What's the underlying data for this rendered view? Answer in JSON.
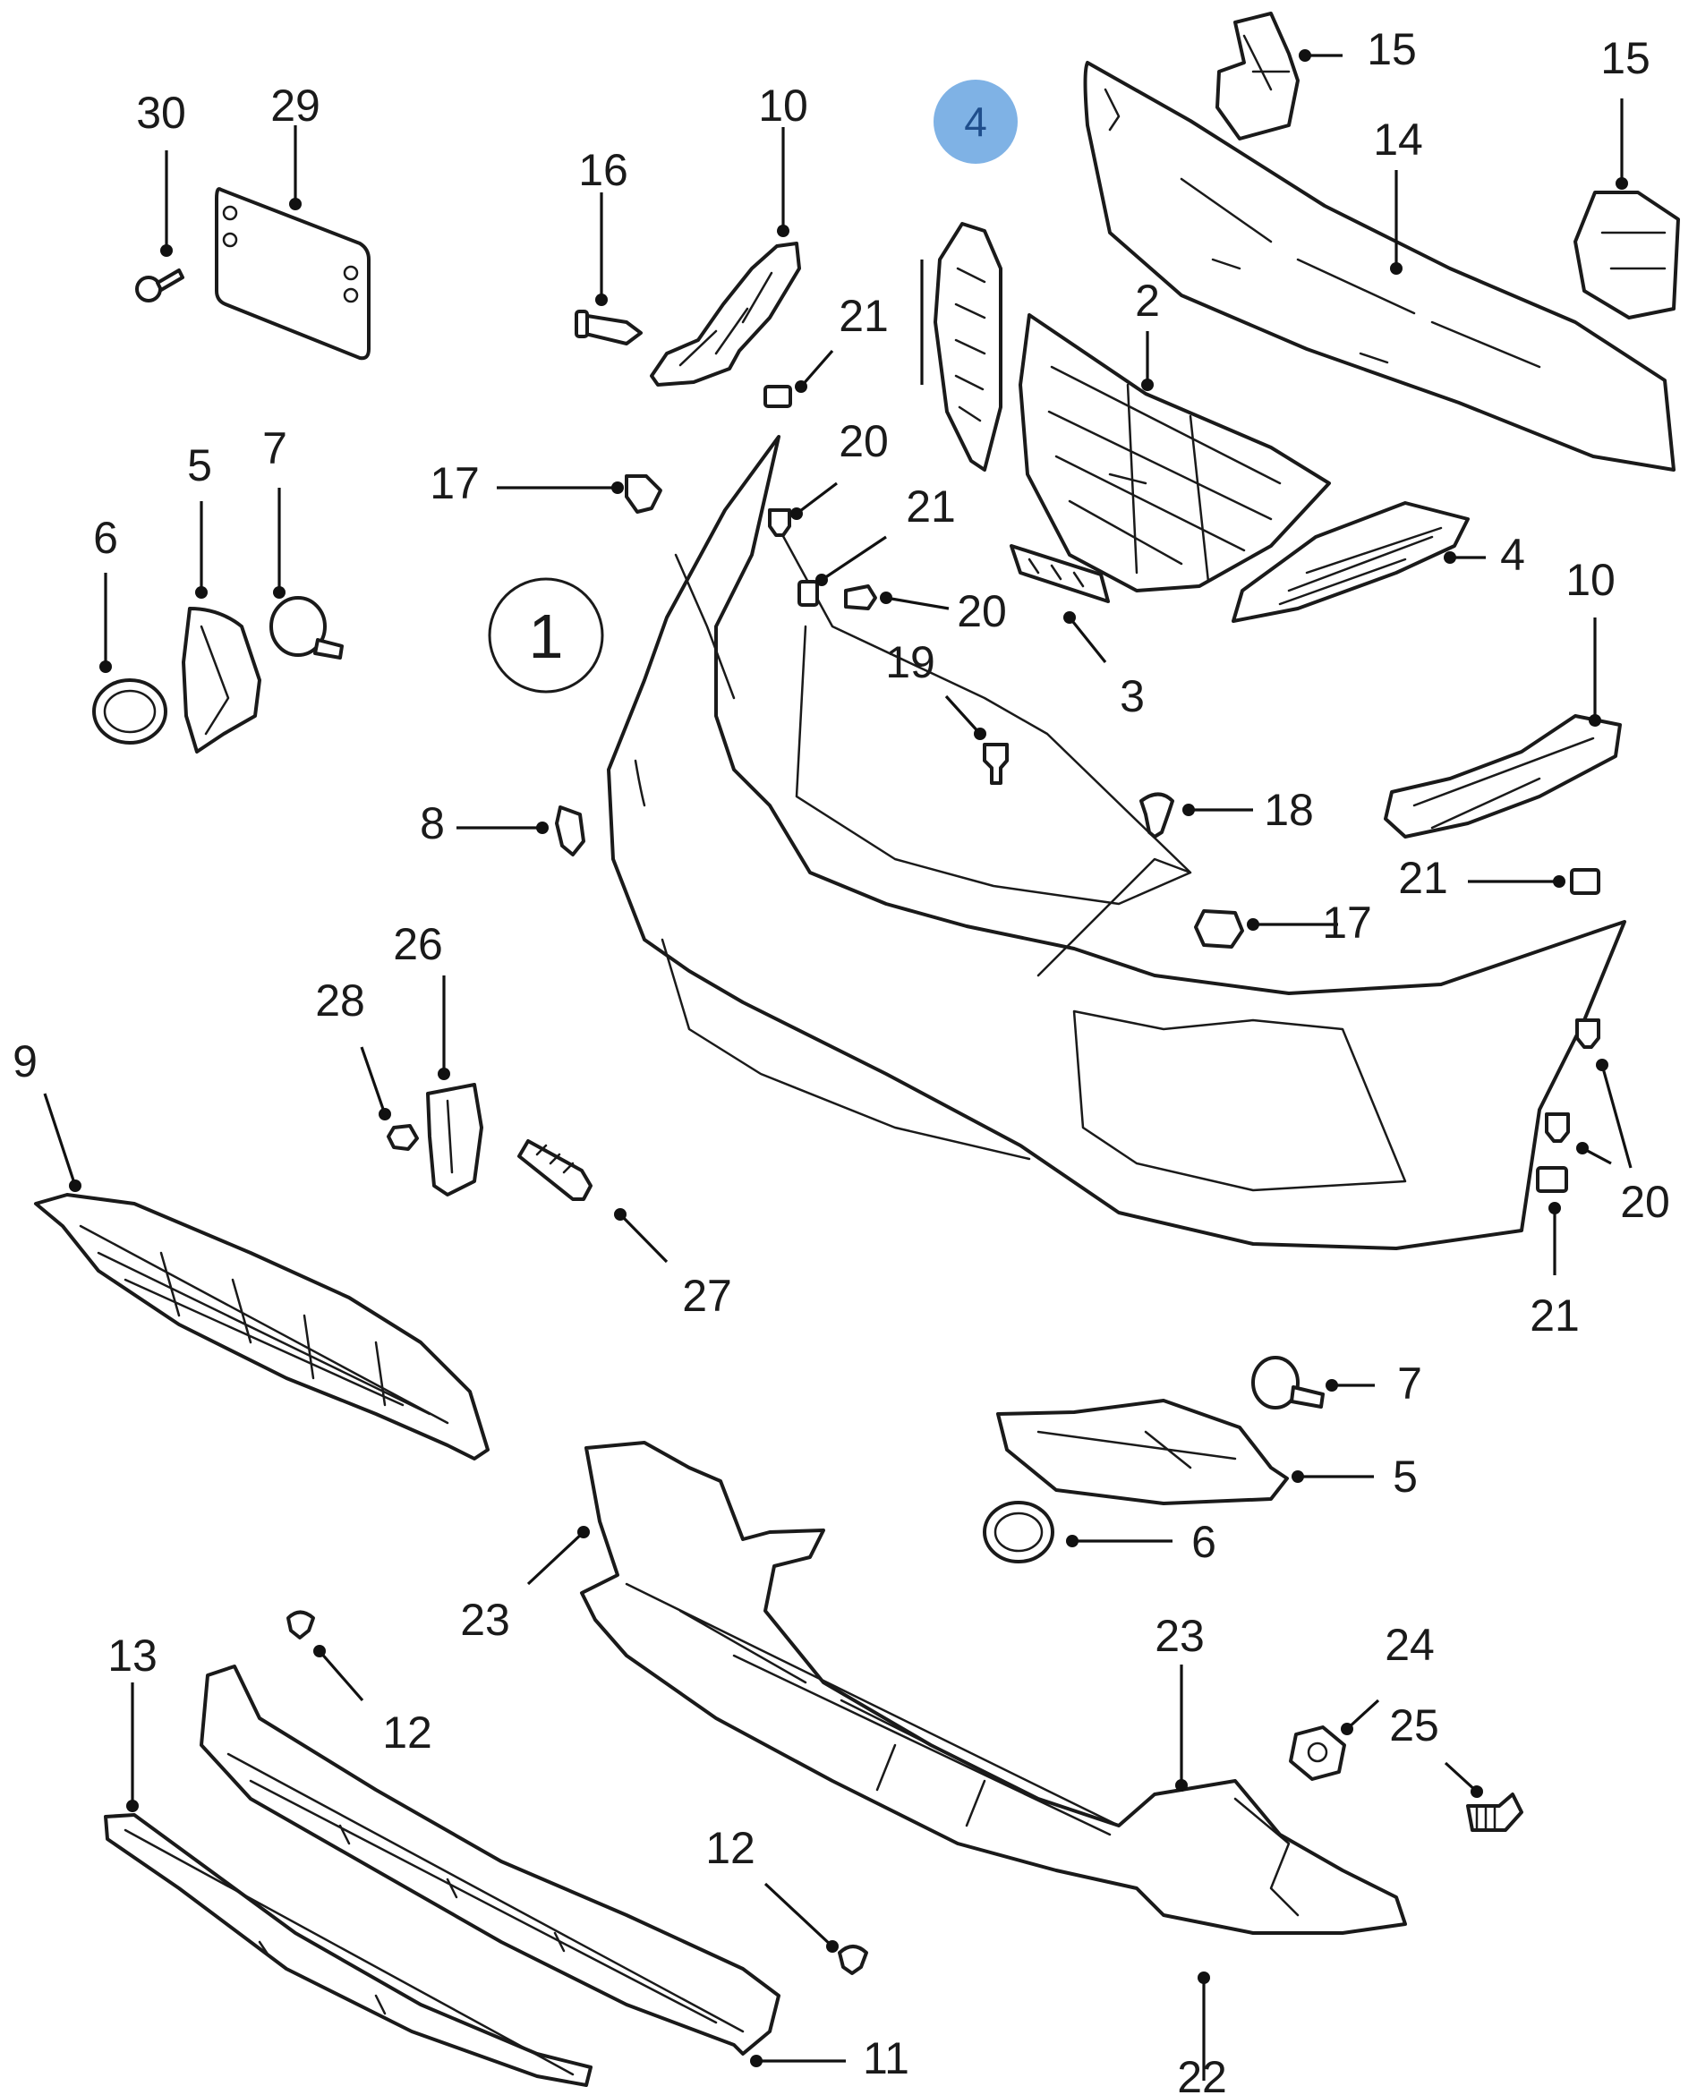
{
  "diagram": {
    "assembly_number": "1",
    "highlight": {
      "label": "4",
      "color": "#7fb2e5",
      "text_color": "#1f4e8c"
    },
    "callout_labels": [
      {
        "id": "c30",
        "text": "30"
      },
      {
        "id": "c29",
        "text": "29"
      },
      {
        "id": "c10a",
        "text": "10"
      },
      {
        "id": "c16",
        "text": "16"
      },
      {
        "id": "c15a",
        "text": "15"
      },
      {
        "id": "c15b",
        "text": "15"
      },
      {
        "id": "c14",
        "text": "14"
      },
      {
        "id": "c2",
        "text": "2"
      },
      {
        "id": "c21a",
        "text": "21"
      },
      {
        "id": "c20a",
        "text": "20"
      },
      {
        "id": "c21b",
        "text": "21"
      },
      {
        "id": "c20b",
        "text": "20"
      },
      {
        "id": "c17a",
        "text": "17"
      },
      {
        "id": "c5a",
        "text": "5"
      },
      {
        "id": "c7a",
        "text": "7"
      },
      {
        "id": "c6a",
        "text": "6"
      },
      {
        "id": "c4b",
        "text": "4"
      },
      {
        "id": "c3",
        "text": "3"
      },
      {
        "id": "c10b",
        "text": "10"
      },
      {
        "id": "c19",
        "text": "19"
      },
      {
        "id": "c18",
        "text": "18"
      },
      {
        "id": "c8",
        "text": "8"
      },
      {
        "id": "c21c",
        "text": "21"
      },
      {
        "id": "c17b",
        "text": "17"
      },
      {
        "id": "c26",
        "text": "26"
      },
      {
        "id": "c28",
        "text": "28"
      },
      {
        "id": "c9",
        "text": "9"
      },
      {
        "id": "c27",
        "text": "27"
      },
      {
        "id": "c20c",
        "text": "20"
      },
      {
        "id": "c21d",
        "text": "21"
      },
      {
        "id": "c7b",
        "text": "7"
      },
      {
        "id": "c5b",
        "text": "5"
      },
      {
        "id": "c6b",
        "text": "6"
      },
      {
        "id": "c23a",
        "text": "23"
      },
      {
        "id": "c13",
        "text": "13"
      },
      {
        "id": "c12a",
        "text": "12"
      },
      {
        "id": "c23b",
        "text": "23"
      },
      {
        "id": "c24",
        "text": "24"
      },
      {
        "id": "c25",
        "text": "25"
      },
      {
        "id": "c12b",
        "text": "12"
      },
      {
        "id": "c11",
        "text": "11"
      },
      {
        "id": "c22",
        "text": "22"
      }
    ]
  },
  "colors": {
    "line": "#1a1a1a",
    "background": "#ffffff"
  }
}
